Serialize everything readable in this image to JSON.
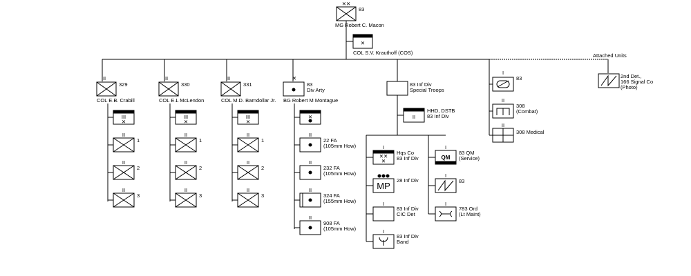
{
  "division": {
    "number": "83",
    "commander": "MG  Robert C. Macon",
    "hq_commander": "COL  S.V. Krauthoff (COS)"
  },
  "attached": {
    "header": "Attached Units",
    "signal_l1": "2nd Det.,",
    "signal_l2": "166 Signal Co",
    "signal_l3": "(Photo)"
  },
  "regiments": [
    {
      "number": "329",
      "commander": "COL  E.B. Crabill",
      "battalions": [
        "1",
        "2",
        "3"
      ]
    },
    {
      "number": "330",
      "commander": "COL  E.L McLendon",
      "battalions": [
        "1",
        "2",
        "3"
      ]
    },
    {
      "number": "331",
      "commander": "COL  M.D. Barndollar Jr.",
      "battalions": [
        "1",
        "2",
        "3"
      ]
    }
  ],
  "artillery": {
    "number": "83",
    "label": "Div Arty",
    "commander": "BG  Robert M Montague",
    "battalions": [
      {
        "name": "22 FA",
        "detail": "(105mm How)"
      },
      {
        "name": "232 FA",
        "detail": "(105mm How)"
      },
      {
        "name": "324 FA",
        "detail": "(155mm How)"
      },
      {
        "name": "908 FA",
        "detail": "(105mm How)"
      }
    ]
  },
  "special_troops": {
    "line1": "83 Inf Div",
    "line2": "Special Troops",
    "hhd_l1": "HHD, DSTB",
    "hhd_l2": "83 Inf Div",
    "hqs_l1": "Hqs Co",
    "hqs_l2": "83 Inf Div",
    "mp_symbol": "MP",
    "mp_label": "28 Inf Div",
    "cic_l1": "83 Inf Div",
    "cic_l2": "CIC Det",
    "band_l1": "83 Inf Div",
    "band_l2": "Band",
    "qm_symbol": "QM",
    "qm_l1": "83 QM",
    "qm_l2": "(Service)",
    "signal_label": "83",
    "ord_l1": "783 Ord",
    "ord_l2": "(Lt Maint)"
  },
  "separate": {
    "tank_label": "83",
    "engineer_l1": "308",
    "engineer_l2": "(Combat)",
    "medical_label": "308 Medical"
  }
}
